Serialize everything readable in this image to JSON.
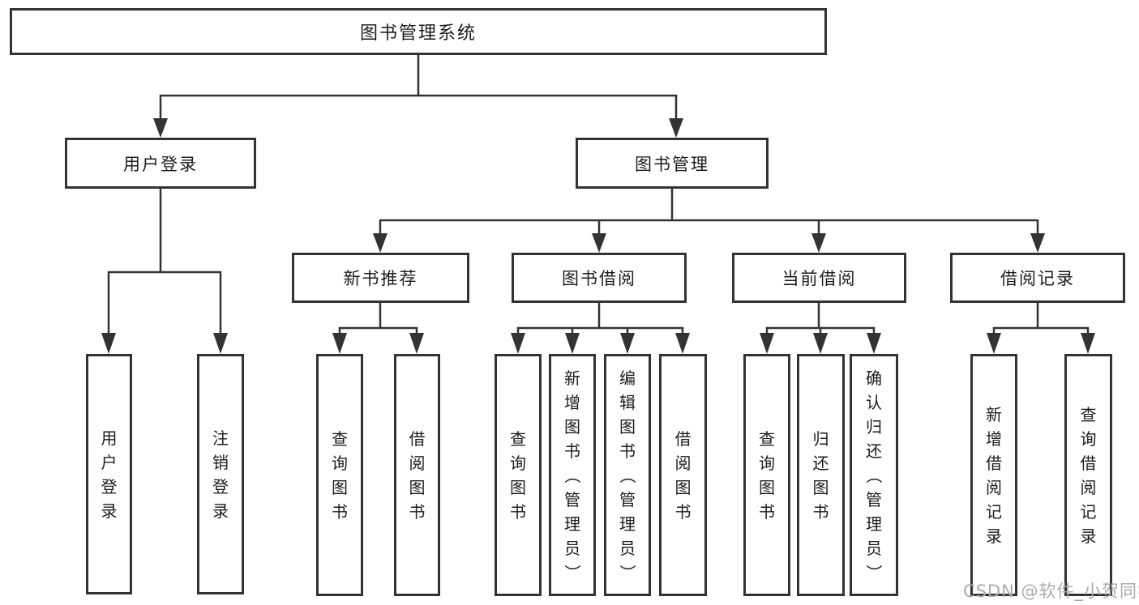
{
  "diagram": {
    "root_label": "图书管理系统",
    "branches": [
      {
        "label": "用户登录",
        "children": [
          {
            "label": "用户登录"
          },
          {
            "label": "注销登录"
          }
        ]
      },
      {
        "label": "图书管理",
        "children": [
          {
            "label": "新书推荐",
            "children": [
              {
                "label": "查询图书"
              },
              {
                "label": "借阅图书"
              }
            ]
          },
          {
            "label": "图书借阅",
            "children": [
              {
                "label": "查询图书"
              },
              {
                "label": "新增图书（管理员）"
              },
              {
                "label": "编辑图书（管理员）"
              },
              {
                "label": "借阅图书"
              }
            ]
          },
          {
            "label": "当前借阅",
            "children": [
              {
                "label": "查询图书"
              },
              {
                "label": "归还图书"
              },
              {
                "label": "确认归还（管理员）"
              }
            ]
          },
          {
            "label": "借阅记录",
            "children": [
              {
                "label": "新增借阅记录"
              },
              {
                "label": "查询借阅记录"
              }
            ]
          }
        ]
      }
    ]
  },
  "watermark": {
    "text": "CSDN @软件_小贺同学",
    "color": "#ababab"
  },
  "colors": {
    "line": "#333333",
    "box_border": "#333333",
    "box_background": "#ffffff",
    "text": "#1c1c1c",
    "page_background": "#ffffff"
  }
}
